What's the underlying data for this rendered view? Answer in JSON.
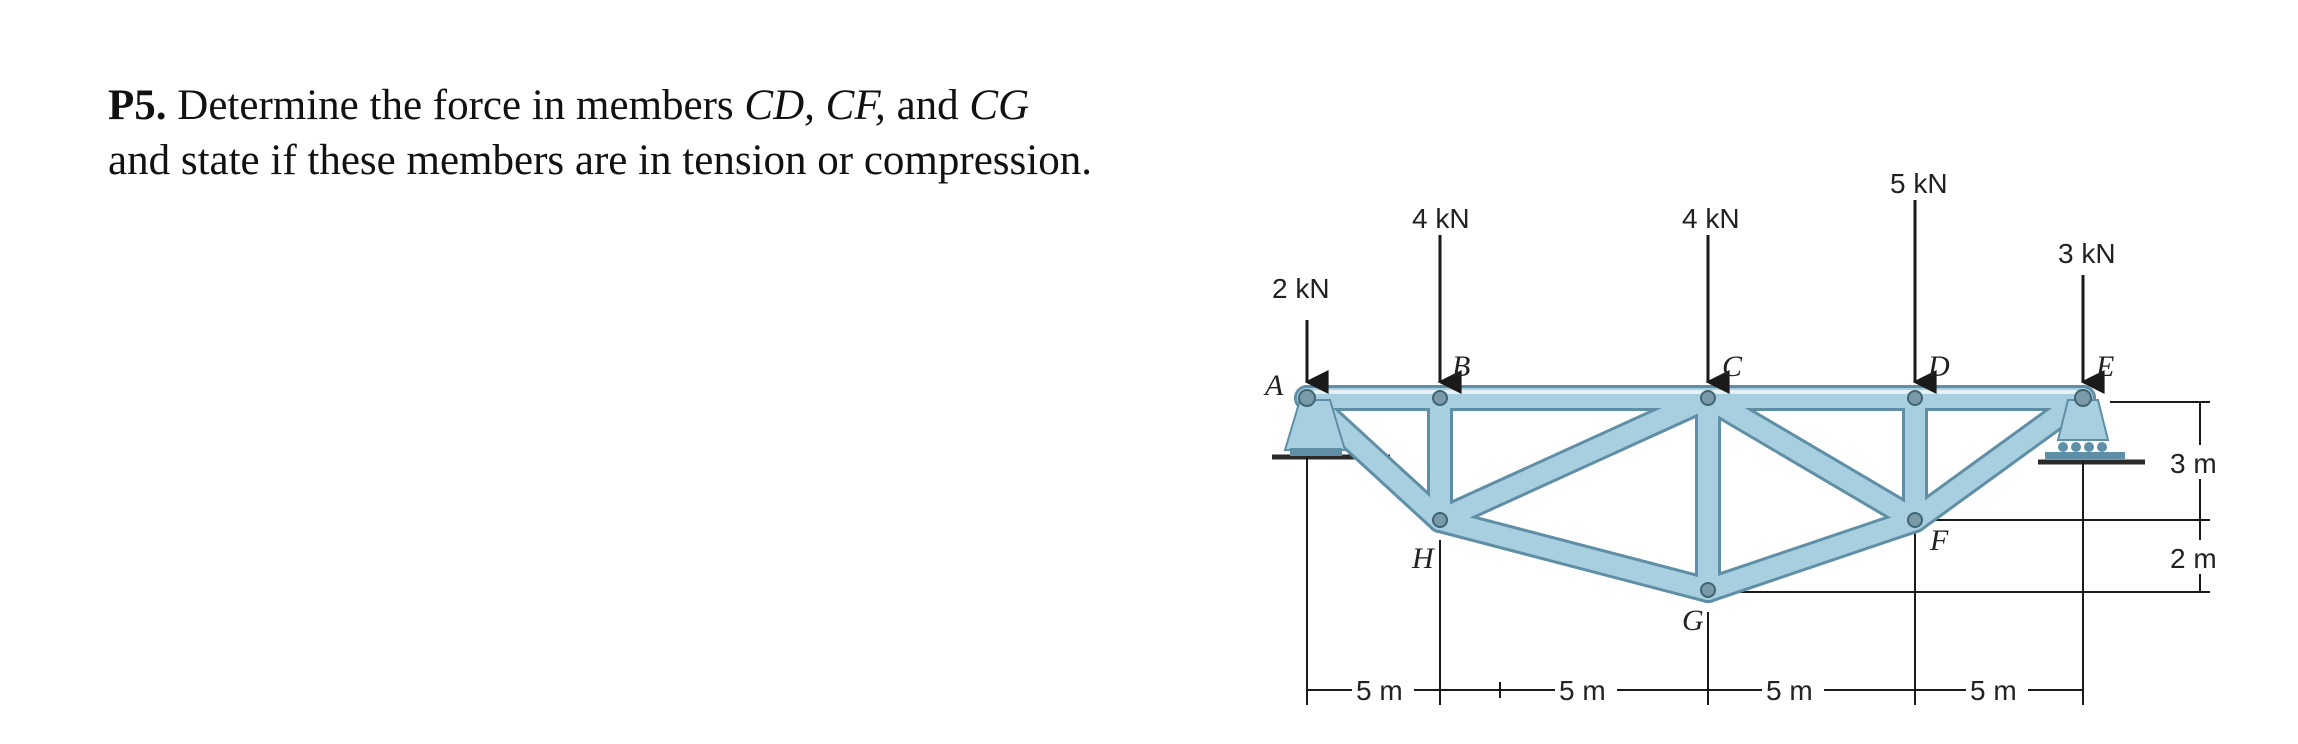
{
  "problem": {
    "number": "P5.",
    "line1_start": "Determine the force in members",
    "member1": "CD,",
    "member2": "CF,",
    "conj": "and",
    "member3": "CG",
    "line2": "and state if these members are in tension or compression."
  },
  "figure": {
    "loads": {
      "a": "2 kN",
      "b": "4 kN",
      "c": "4 kN",
      "d": "5 kN",
      "e": "3 kN"
    },
    "nodes": {
      "a": "A",
      "b": "B",
      "c": "C",
      "d": "D",
      "e": "E",
      "f": "F",
      "g": "G",
      "h": "H"
    },
    "spans": [
      "5 m",
      "5 m",
      "5 m",
      "5 m"
    ],
    "heights": [
      "3 m",
      "2 m"
    ],
    "colors": {
      "member": "#a8cfe0",
      "member_edge": "#5f8fa6",
      "support": "#a8cfe0",
      "ground": "#2a2a2a"
    }
  }
}
